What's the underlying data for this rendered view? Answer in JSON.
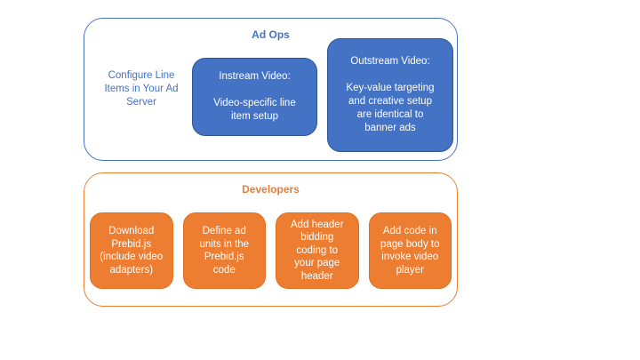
{
  "ad_ops": {
    "title": "Ad Ops",
    "side_note": "Configure Line\nItems in Your Ad\nServer",
    "boxes": [
      {
        "name": "instream-video",
        "text": "Instream Video:\n\nVideo-specific line\nitem setup"
      },
      {
        "name": "outstream-video",
        "text": "Outstream Video:\n\nKey-value targeting\nand creative setup\nare identical to\nbanner ads"
      }
    ]
  },
  "developers": {
    "title": "Developers",
    "boxes": [
      {
        "name": "download-prebid",
        "text": "Download\nPrebid.js\n(include video\nadapters)"
      },
      {
        "name": "define-ad-units",
        "text": "Define ad\nunits in the\nPrebid.js\ncode"
      },
      {
        "name": "add-header-bidding",
        "text": "Add header\nbidding\ncoding to\nyour page\nheader"
      },
      {
        "name": "add-page-body-code",
        "text": "Add code in\npage body to\ninvoke video\nplayer"
      }
    ]
  },
  "colors": {
    "blue_fill": "#4472C4",
    "blue_box_border": "#2F5597",
    "orange_fill": "#ED7D31",
    "text_on_fill": "#FFFFFF",
    "background": "#FFFFFF"
  }
}
